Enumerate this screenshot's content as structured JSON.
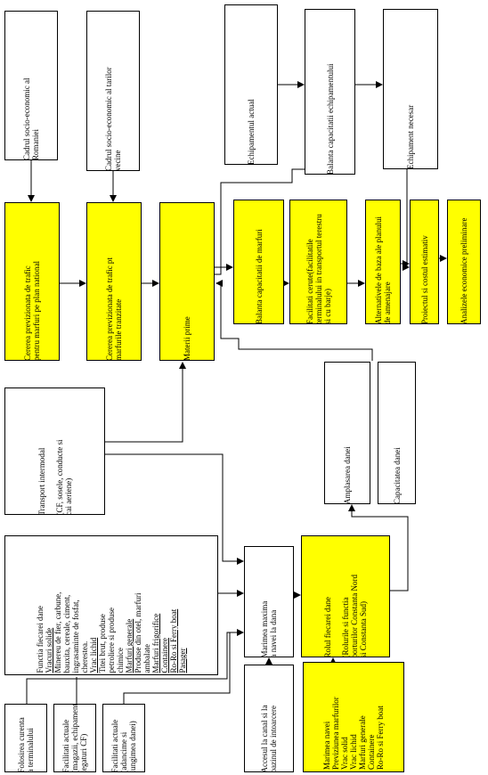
{
  "nodes": {
    "cadru_ro": {
      "lines": [
        "Cadrul socio-economic al",
        "Romaniei"
      ]
    },
    "cadru_vecine": {
      "lines": [
        "Cadrul socio-economic al tarilor",
        "vecine"
      ]
    },
    "echip_actual": {
      "lines": [
        "Echipamentul actual"
      ]
    },
    "balanta_echip": {
      "lines": [
        "Balanta capacitatii echipamentului"
      ]
    },
    "echip_necesar": {
      "lines": [
        "Echipament necesar"
      ]
    },
    "cerere_nat": {
      "lines": [
        "Cererea previzionata de trafic",
        "pentru marfuri pe plan national"
      ]
    },
    "cerere_tranz": {
      "lines": [
        "Cererea previzionata de trafic pt",
        "marfurile tranzitate"
      ]
    },
    "materii": {
      "lines": [
        "Materii prime"
      ]
    },
    "balanta_marfuri": {
      "lines": [
        "Balanta capacitatii de marfuri"
      ]
    },
    "facilitati_cerute": {
      "lines": [
        "Facilitati cerute(facilitatile",
        "terminalului in transportul terestru",
        "si cu barje)"
      ]
    },
    "alternative": {
      "lines": [
        "Alternativele de baza ale planului",
        "de amenajare"
      ]
    },
    "proiect": {
      "lines": [
        "Proiectul si costul estimativ"
      ]
    },
    "analize": {
      "lines": [
        "Analizele economice preliminare"
      ]
    },
    "transport": {
      "lines": [
        "Transport intermodal",
        "",
        "(CF, sosele, conducte si",
        "cai aeriene)"
      ]
    },
    "amplasare": {
      "lines": [
        "Amplasarea danei"
      ]
    },
    "capacitate": {
      "lines": [
        "Capacitatea danei"
      ]
    },
    "functia": {
      "lines": [
        {
          "t": "Functia fiecarei dane",
          "u": false
        },
        {
          "t": "Vracuri solide",
          "u": true
        },
        {
          "t": "Minereu de fier, carbune,",
          "u": false
        },
        {
          "t": "bauxita, cereale, ciment,",
          "u": false
        },
        {
          "t": "ingrasaminte de fosfat,",
          "u": false
        },
        {
          "t": "cherestea.",
          "u": false
        },
        {
          "t": "Vrac lichid",
          "u": true
        },
        {
          "t": "Titei brut, produse",
          "u": false
        },
        {
          "t": "petroliere si produse",
          "u": false
        },
        {
          "t": "chimice",
          "u": false
        },
        {
          "t": "Marfuri generale",
          "u": true
        },
        {
          "t": "Produse din otel, marfuri",
          "u": false
        },
        {
          "t": "ambalate",
          "u": false
        },
        {
          "t": "Marfuri frigorifice",
          "u": true
        },
        {
          "t": "Containere",
          "u": true
        },
        {
          "t": "Ro-Ro si Ferry boat",
          "u": true
        },
        {
          "t": "Pasager",
          "u": true
        }
      ]
    },
    "marimea_max": {
      "lines": [
        "Marimea maxima",
        "a navei la dana"
      ]
    },
    "rolul": {
      "lines": [
        "Rolul fiecarei dane",
        "",
        "(Rolurile si functia",
        "porturilor Constanta Nord",
        "si Constanta Sud)"
      ]
    },
    "folosirea": {
      "lines": [
        "Folosirea curenta",
        "a terminalului"
      ]
    },
    "fac_act1": {
      "lines": [
        "Facilitati actuale",
        "(magazii, echipamente,",
        "legaturi CF)"
      ]
    },
    "fac_act2": {
      "lines": [
        "Facilitati actuale",
        "(adancime si",
        "lungimea danei)"
      ]
    },
    "accesul": {
      "lines": [
        "Accesul la canal si la",
        "bazinul de intoarcere"
      ]
    },
    "marimea_navei": {
      "lines": [
        "Marimea navei",
        "Previziunea marfurilor",
        "Vrac solid",
        "Vrac lichid",
        "Marfuri generale",
        "Containere",
        "Ro-Ro si Ferry boat"
      ]
    }
  }
}
